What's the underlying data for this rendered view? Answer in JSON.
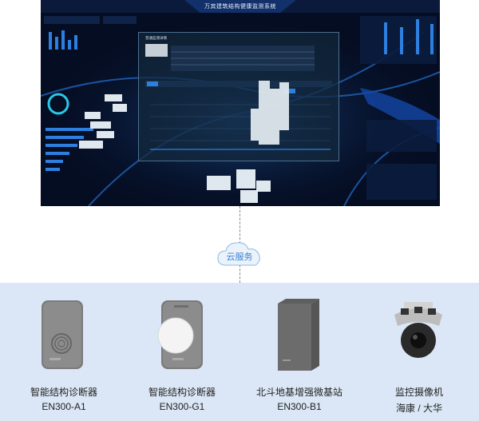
{
  "dashboard": {
    "title": "万宾建筑结构健康监测系统",
    "panel_title": "普通监测详情"
  },
  "cloud": {
    "label": "云服务"
  },
  "devices": [
    {
      "name": "智能结构诊断器",
      "model": "EN300-A1"
    },
    {
      "name": "智能结构诊断器",
      "model": "EN300-G1"
    },
    {
      "name": "北斗地基增强微基站",
      "model": "EN300-B1"
    },
    {
      "name": "监控摄像机",
      "model": "海康 / 大华"
    }
  ],
  "colors": {
    "dashboard_bg": "#050d22",
    "accent_blue": "#2d7fe0",
    "band_bg": "#dbe7f6"
  }
}
